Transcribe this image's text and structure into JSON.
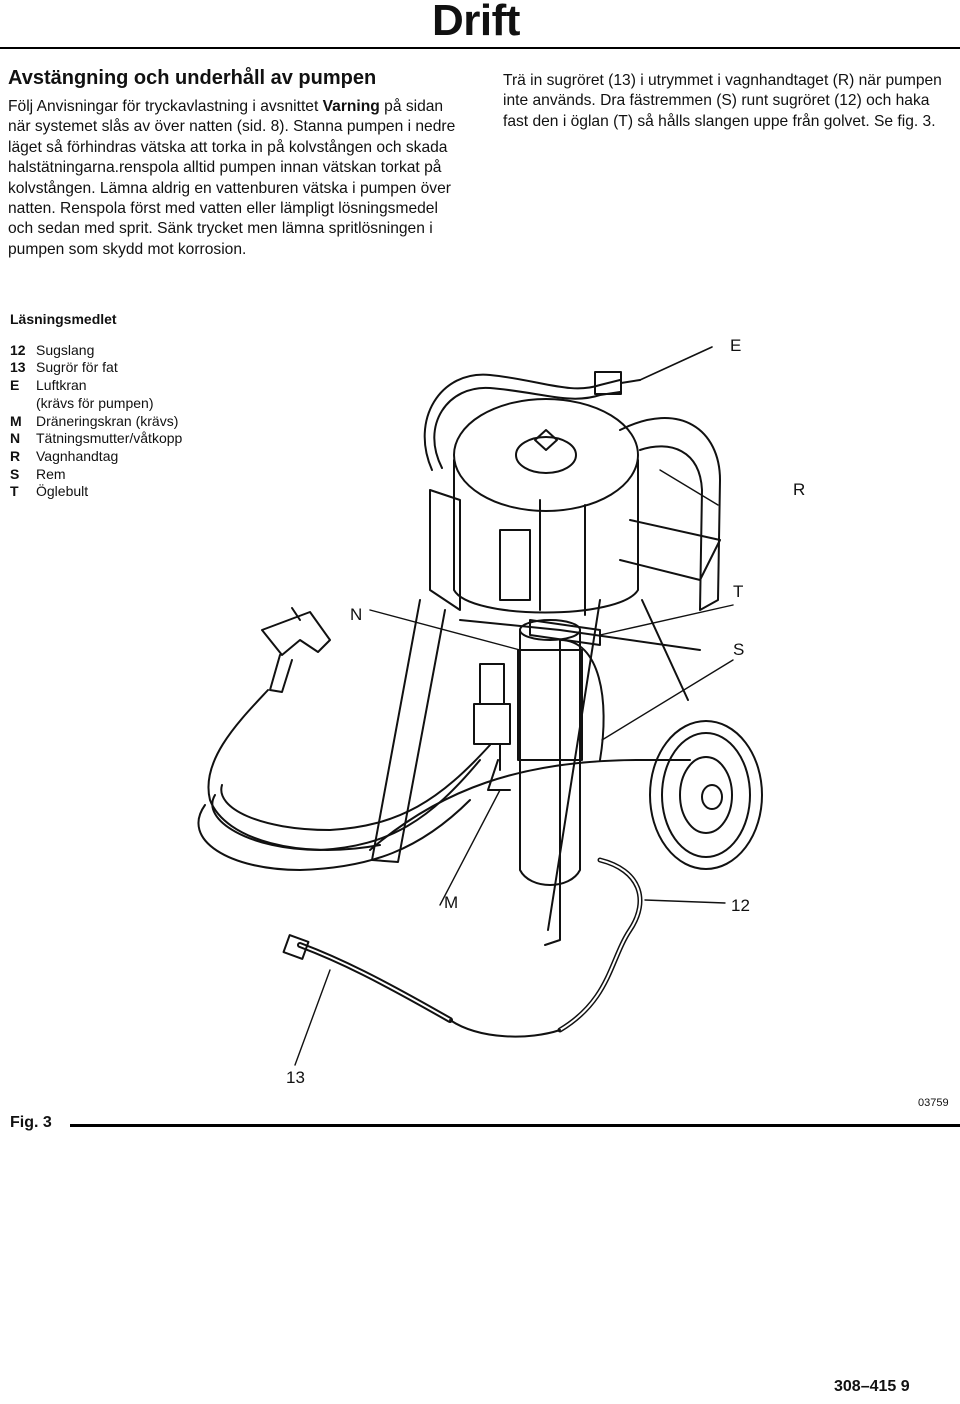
{
  "header": {
    "title": "Drift"
  },
  "section": {
    "heading": "Avstängning och underhåll av pumpen",
    "para_left": {
      "prefix": "Följ Anvisningar för tryckavlastning i avsnittet ",
      "bold": "Varning",
      "suffix": " på sidan  när systemet slås av över natten (sid. 8). Stanna pumpen i nedre läget så förhindras vätska att torka in på kolvstången och skada halstätningarna.renspola alltid pumpen innan vätskan torkat på kolvstången. Lämna aldrig en vattenburen vätska i pumpen över natten. Renspola först med vatten eller lämpligt lösningsmedel och sedan med sprit. Sänk trycket men lämna spritlösningen i pumpen som skydd mot korrosion."
    },
    "para_right": "Trä in sugröret (13) i utrymmet i vagnhandtaget (R) när pumpen inte används. Dra fästremmen (S) runt sugröret (12) och haka fast den i öglan (T) så hålls slangen uppe från golvet. Se fig. 3."
  },
  "legend": {
    "title": "Läsningsmedlet",
    "items": [
      {
        "code": "12",
        "text": "Sugslang"
      },
      {
        "code": "13",
        "text": "Sugrör för fat"
      },
      {
        "code": "E",
        "text": "Luftkran",
        "note": "(krävs för pumpen)"
      },
      {
        "code": "M",
        "text": "Dräneringskran (krävs)"
      },
      {
        "code": "N",
        "text": "Tätningsmutter/våtkopp"
      },
      {
        "code": "R",
        "text": "Vagnhandtag"
      },
      {
        "code": "S",
        "text": "Rem"
      },
      {
        "code": "T",
        "text": "Öglebult"
      }
    ]
  },
  "figure": {
    "label": "Fig. 3",
    "code": "03759",
    "callouts": {
      "E": "E",
      "R": "R",
      "N": "N",
      "T": "T",
      "S": "S",
      "M": "M",
      "c12": "12",
      "c13": "13"
    }
  },
  "footer": {
    "page": "308–415    9"
  }
}
